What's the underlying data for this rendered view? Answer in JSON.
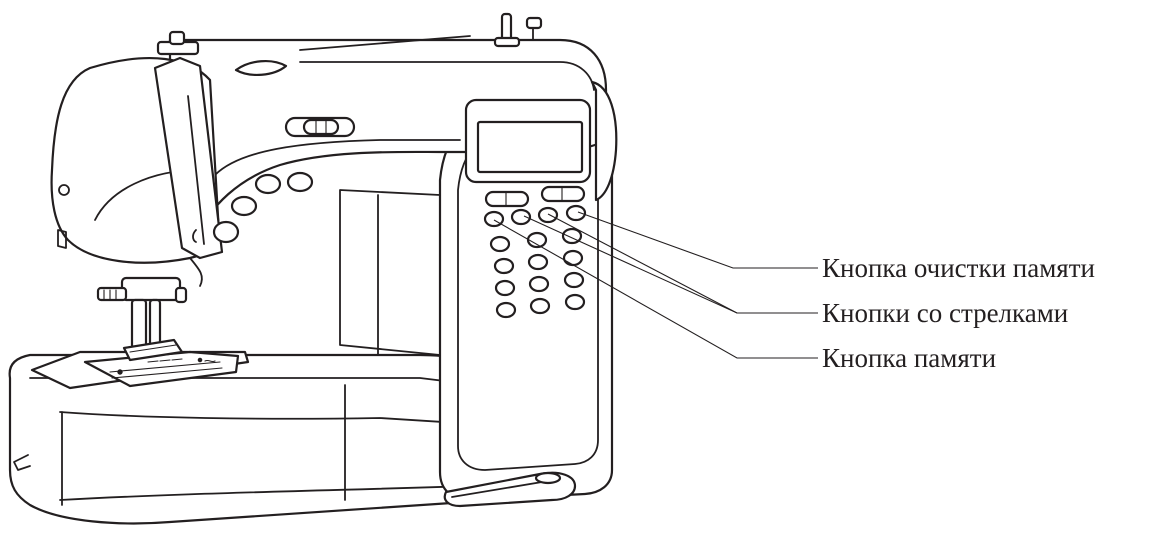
{
  "callouts": [
    {
      "id": "memory-clear",
      "label": "Кнопка очистки памяти"
    },
    {
      "id": "arrow-buttons",
      "label": "Кнопки со стрелками"
    },
    {
      "id": "memory",
      "label": "Кнопка памяти"
    }
  ],
  "colors": {
    "ink": "#231f20",
    "background": "#ffffff"
  }
}
